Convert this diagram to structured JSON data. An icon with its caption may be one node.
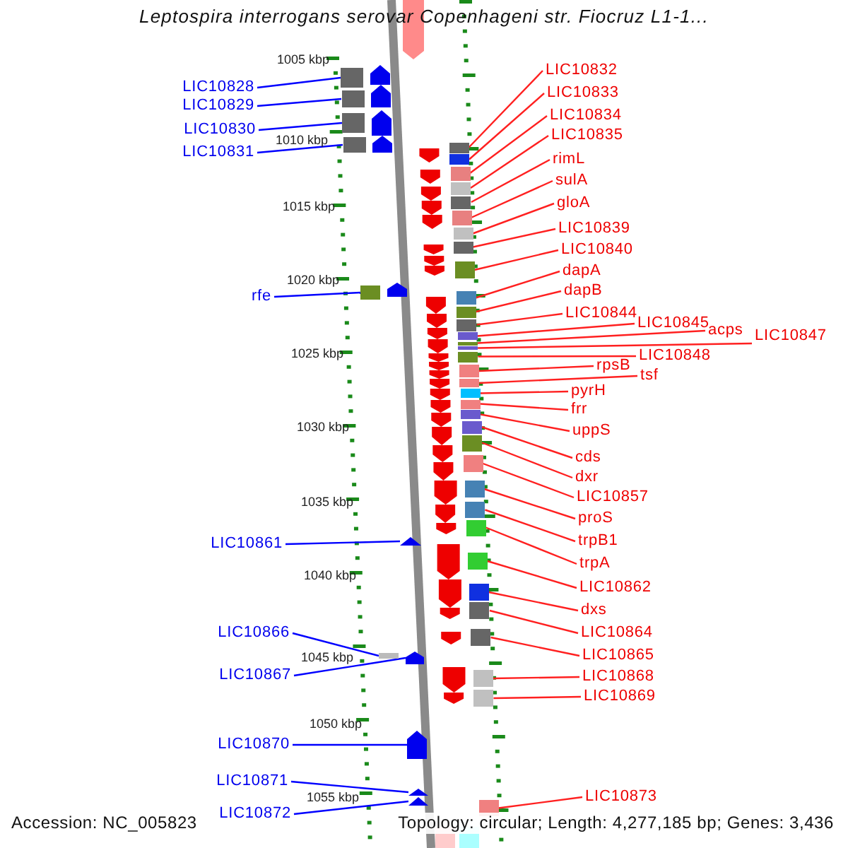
{
  "diagram": {
    "title": "Leptospira interrogans serovar Copenhageni str. Fiocruz L1-1...",
    "nodes": [
      {
        "text": [
          "LIC10828"
        ]
      },
      {
        "text": [
          "LIC10829"
        ]
      },
      {
        "text": [
          "LIC10830"
        ]
      },
      {
        "text": [
          "LIC10831"
        ]
      },
      {
        "text": [
          "rfe"
        ]
      },
      {
        "text": [
          "LIC10861"
        ]
      },
      {
        "text": [
          "LIC10866"
        ]
      },
      {
        "text": [
          "LIC10867"
        ]
      },
      {
        "text": [
          "LIC10870"
        ]
      },
      {
        "text": [
          "LIC10871"
        ]
      },
      {
        "text": [
          "LIC10872"
        ]
      },
      {
        "text": [
          "LIC10832"
        ]
      },
      {
        "text": [
          "LIC10833"
        ]
      },
      {
        "text": [
          "LIC10834"
        ]
      },
      {
        "text": [
          "LIC10835"
        ]
      },
      {
        "text": [
          "rimL"
        ]
      },
      {
        "text": [
          "sulA"
        ]
      },
      {
        "text": [
          "gloA"
        ]
      },
      {
        "text": [
          "LIC10839"
        ]
      },
      {
        "text": [
          "LIC10840"
        ]
      },
      {
        "text": [
          "dapA"
        ]
      },
      {
        "text": [
          "dapB"
        ]
      },
      {
        "text": [
          "LIC10844"
        ]
      },
      {
        "text": [
          "LIC10845"
        ]
      },
      {
        "text": [
          "acps"
        ]
      },
      {
        "text": [
          "LIC10847"
        ]
      },
      {
        "text": [
          "LIC10848"
        ]
      },
      {
        "text": [
          "rpsB"
        ]
      },
      {
        "text": [
          "tsf"
        ]
      },
      {
        "text": [
          "pyrH"
        ]
      },
      {
        "text": [
          "frr"
        ]
      },
      {
        "text": [
          "uppS"
        ]
      },
      {
        "text": [
          "cds"
        ]
      },
      {
        "text": [
          "dxr"
        ]
      },
      {
        "text": [
          "LIC10857"
        ]
      },
      {
        "text": [
          "proS"
        ]
      },
      {
        "text": [
          "trpB1"
        ]
      },
      {
        "text": [
          "trpA"
        ]
      },
      {
        "text": [
          "LIC10862"
        ]
      },
      {
        "text": [
          "dxs"
        ]
      },
      {
        "text": [
          "LIC10864"
        ]
      },
      {
        "text": [
          "LIC10865"
        ]
      },
      {
        "text": [
          "LIC10868"
        ]
      },
      {
        "text": [
          "LIC10869"
        ]
      },
      {
        "text": [
          "LIC10873"
        ]
      },
      {
        "text": [],
        "shape": "box"
      },
      {
        "text": [],
        "shape": "box"
      },
      {
        "text": [],
        "shape": "box"
      },
      {
        "text": [],
        "shape": "box"
      },
      {
        "text": [],
        "shape": "box"
      },
      {
        "text": [],
        "shape": "triangle"
      },
      {
        "text": [],
        "shape": "bar"
      },
      {
        "text": [],
        "shape": "arrow"
      },
      {
        "text": [],
        "shape": "arrow"
      },
      {
        "text": [],
        "shape": "arrow"
      },
      {
        "text": [],
        "shape": "arrow"
      },
      {
        "text": [],
        "shape": "box"
      },
      {
        "text": [],
        "shape": "box"
      },
      {
        "text": [],
        "shape": "box"
      },
      {
        "text": [],
        "shape": "box"
      },
      {
        "text": [],
        "shape": "box"
      },
      {
        "text": [],
        "shape": "box"
      },
      {
        "text": [],
        "shape": "box"
      },
      {
        "text": [],
        "shape": "box"
      },
      {
        "text": [],
        "shape": "box"
      },
      {
        "text": [],
        "shape": "box"
      },
      {
        "text": [],
        "shape": "box"
      },
      {
        "text": [],
        "shape": "box"
      },
      {
        "text": [],
        "shape": "box"
      },
      {
        "text": [],
        "shape": "box"
      },
      {
        "text": [],
        "shape": "box"
      },
      {
        "text": [],
        "shape": "box"
      },
      {
        "text": [],
        "shape": "box"
      },
      {
        "text": [],
        "shape": "box"
      },
      {
        "text": [],
        "shape": "box"
      },
      {
        "text": [],
        "shape": "box"
      },
      {
        "text": [],
        "shape": "box"
      },
      {
        "text": [],
        "shape": "box"
      },
      {
        "text": [],
        "shape": "box"
      },
      {
        "text": [],
        "shape": "box"
      },
      {
        "text": [],
        "shape": "box"
      },
      {
        "text": [],
        "shape": "box"
      },
      {
        "text": [],
        "shape": "box"
      },
      {
        "text": [],
        "shape": "box"
      },
      {
        "text": [],
        "shape": "box"
      },
      {
        "text": [],
        "shape": "box"
      },
      {
        "text": [],
        "shape": "box"
      },
      {
        "text": [],
        "shape": "box"
      },
      {
        "text": [],
        "shape": "box"
      },
      {
        "text": [],
        "shape": "box"
      }
    ],
    "edges": [
      {
        "from": 0,
        "to": 45,
        "arrow": "none",
        "color": "#0000ff"
      },
      {
        "from": 1,
        "to": 46,
        "arrow": "none",
        "color": "#0000ff"
      },
      {
        "from": 2,
        "to": 47,
        "arrow": "none",
        "color": "#0000ff"
      },
      {
        "from": 3,
        "to": 48,
        "arrow": "none",
        "color": "#0000ff"
      },
      {
        "from": 4,
        "to": 49,
        "arrow": "none",
        "color": "#0000ff"
      },
      {
        "from": 5,
        "to": 50,
        "arrow": "none",
        "color": "#0000ff"
      },
      {
        "from": 6,
        "to": 51,
        "arrow": "none",
        "color": "#0000ff"
      },
      {
        "from": 7,
        "to": 52,
        "arrow": "none",
        "color": "#0000ff"
      },
      {
        "from": 8,
        "to": 53,
        "arrow": "none",
        "color": "#0000ff"
      },
      {
        "from": 9,
        "to": 54,
        "arrow": "none",
        "color": "#0000ff"
      },
      {
        "from": 10,
        "to": 55,
        "arrow": "none",
        "color": "#0000ff"
      },
      {
        "from": 11,
        "to": 56,
        "arrow": "none"
      },
      {
        "from": 12,
        "to": 57,
        "arrow": "none"
      },
      {
        "from": 13,
        "to": 58,
        "arrow": "none"
      },
      {
        "from": 14,
        "to": 59,
        "arrow": "none"
      },
      {
        "from": 15,
        "to": 60,
        "arrow": "none"
      },
      {
        "from": 16,
        "to": 61,
        "arrow": "none"
      },
      {
        "from": 17,
        "to": 62,
        "arrow": "none"
      },
      {
        "from": 18,
        "to": 63,
        "arrow": "none"
      },
      {
        "from": 19,
        "to": 64,
        "arrow": "none"
      },
      {
        "from": 20,
        "to": 65,
        "arrow": "none"
      },
      {
        "from": 21,
        "to": 66,
        "arrow": "none"
      },
      {
        "from": 22,
        "to": 67,
        "arrow": "none"
      },
      {
        "from": 23,
        "to": 68,
        "arrow": "none"
      },
      {
        "from": 24,
        "to": 69,
        "arrow": "none"
      },
      {
        "from": 25,
        "to": 70,
        "arrow": "none"
      },
      {
        "from": 26,
        "to": 71,
        "arrow": "none"
      },
      {
        "from": 27,
        "to": 72,
        "arrow": "none"
      },
      {
        "from": 28,
        "to": 73,
        "arrow": "none"
      },
      {
        "from": 29,
        "to": 74,
        "arrow": "none"
      },
      {
        "from": 30,
        "to": 75,
        "arrow": "none"
      },
      {
        "from": 31,
        "to": 76,
        "arrow": "none"
      },
      {
        "from": 32,
        "to": 77,
        "arrow": "none"
      },
      {
        "from": 33,
        "to": 78,
        "arrow": "none"
      },
      {
        "from": 34,
        "to": 79,
        "arrow": "none"
      },
      {
        "from": 35,
        "to": 80,
        "arrow": "none"
      },
      {
        "from": 36,
        "to": 81,
        "arrow": "none"
      },
      {
        "from": 37,
        "to": 82,
        "arrow": "none"
      },
      {
        "from": 38,
        "to": 83,
        "arrow": "none"
      },
      {
        "from": 39,
        "to": 84,
        "arrow": "none"
      },
      {
        "from": 40,
        "to": 85,
        "arrow": "none"
      },
      {
        "from": 41,
        "to": 86,
        "arrow": "none"
      },
      {
        "from": 42,
        "to": 87,
        "arrow": "none"
      },
      {
        "from": 43,
        "to": 88,
        "arrow": "none"
      },
      {
        "from": 44,
        "to": 89,
        "arrow": "none"
      }
    ],
    "labels": [
      "1005 kbp",
      "1010 kbp",
      "1015 kbp",
      "1020 kbp",
      "1025 kbp",
      "1030 kbp",
      "1035 kbp",
      "1040 kbp",
      "1045 kbp",
      "1050 kbp",
      "1055 kbp",
      "Accession: NC_005823",
      "Topology: circular; Length: 4,277,185 bp; Genes: 3,436"
    ]
  }
}
